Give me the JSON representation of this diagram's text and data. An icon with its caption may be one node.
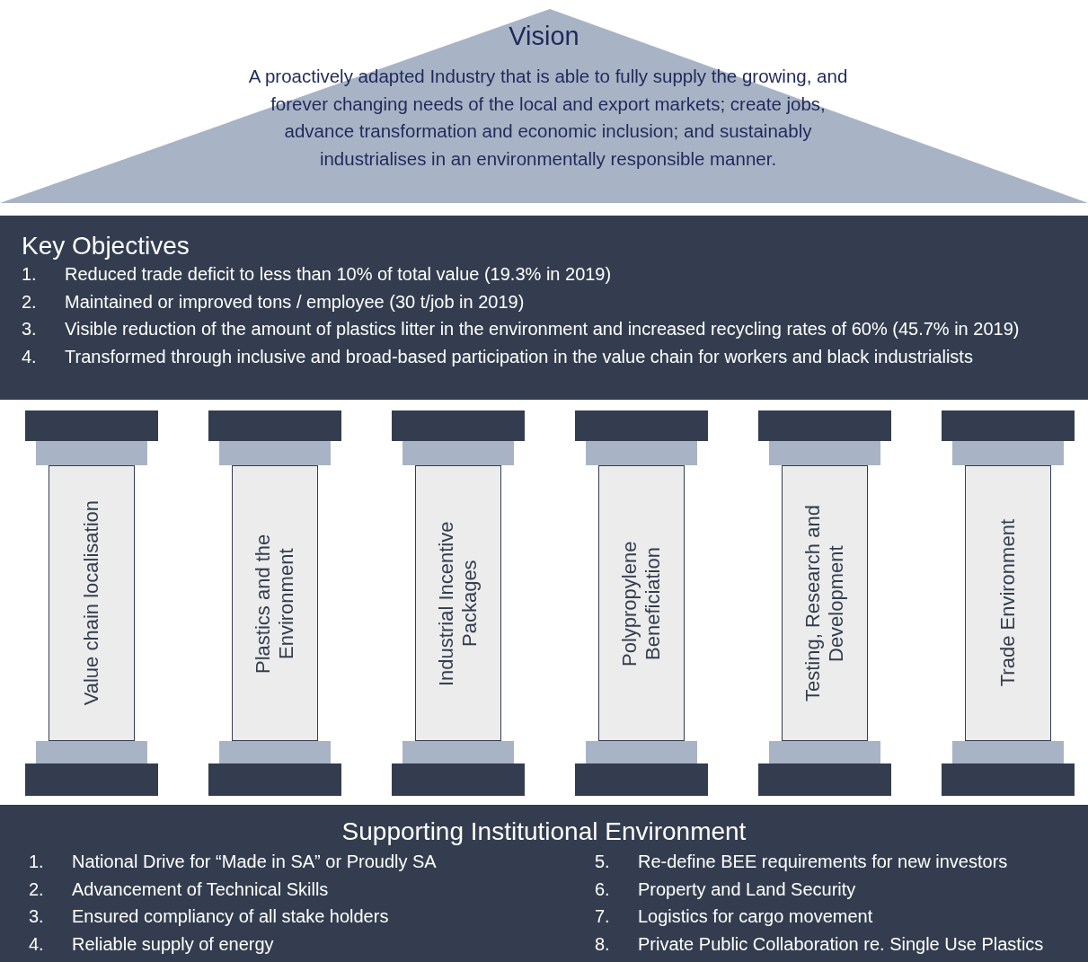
{
  "diagram": {
    "nodes": [
      {
        "text": [
          "Vision",
          "A proactively adapted Industry that is able to fully supply the growing, and forever changing needs of the local and export markets; create jobs, advance transformation and economic inclusion; and sustainably industrialises in an environmentally responsible manner."
        ]
      },
      {
        "text": [
          "Key Objectives",
          "1. Reduced trade deficit to less than 10% of total value (19.3% in 2019)",
          "2. Maintained or improved tons / employee (30 t/job in 2019)",
          "3. Visible reduction of the amount of plastics litter in the environment and increased recycling rates of 60% (45.7% in 2019)",
          "4. Transformed through inclusive and broad-based participation in the value chain for workers and black industrialists"
        ]
      },
      {
        "text": [
          "Value chain localisation"
        ]
      },
      {
        "text": [
          "Plastics and the Environment"
        ]
      },
      {
        "text": [
          "Industrial Incentive Packages"
        ]
      },
      {
        "text": [
          "Polypropylene Beneficiation"
        ]
      },
      {
        "text": [
          "Testing, Research and Development"
        ]
      },
      {
        "text": [
          "Trade Environment"
        ]
      },
      {
        "text": [
          "Supporting Institutional Environment",
          "1. National Drive for “Made in SA” or Proudly SA",
          "2. Advancement of Technical Skills",
          "3. Ensured compliancy of all stake holders",
          "4. Reliable supply of energy",
          "5. Re-define BEE requirements for new investors",
          "6. Property and Land Security",
          "7. Logistics for cargo movement",
          "8. Private Public Collaboration re. Single Use Plastics"
        ]
      }
    ]
  }
}
